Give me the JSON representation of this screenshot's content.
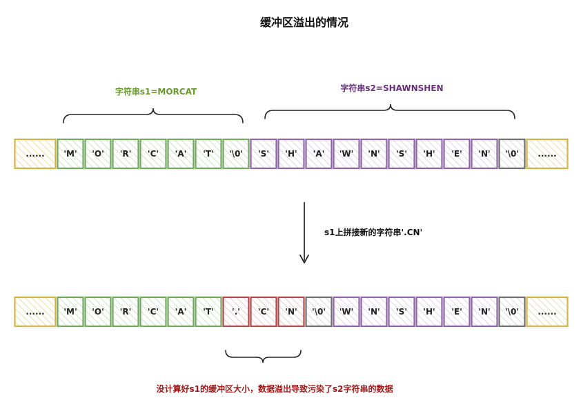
{
  "title": "缓冲区溢出的情况",
  "labels": {
    "s1": "字符串s1=MORCAT",
    "s2": "字符串s2=SHAWNSHEN",
    "action": "s1上拼接新的字符串'.CN'",
    "footer": "没计算好s1的缓冲区大小，数据溢出导致污染了s2字符串的数据"
  },
  "colors": {
    "yellow": "#d4b24a",
    "green": "#72a860",
    "purple": "#8d64a6",
    "gray": "#6f6f6f",
    "red": "#b04848",
    "s1_label": "#6a9a2e",
    "s2_label": "#6b2d80",
    "footer": "#a01818"
  },
  "row1": [
    {
      "text": "......",
      "color": "yellow",
      "wide": true
    },
    {
      "text": "'M'",
      "color": "green"
    },
    {
      "text": "'O'",
      "color": "green"
    },
    {
      "text": "'R'",
      "color": "green"
    },
    {
      "text": "'C'",
      "color": "green"
    },
    {
      "text": "'A'",
      "color": "green"
    },
    {
      "text": "'T'",
      "color": "green"
    },
    {
      "text": "'\\0'",
      "color": "green"
    },
    {
      "text": "'S'",
      "color": "purple"
    },
    {
      "text": "'H'",
      "color": "purple"
    },
    {
      "text": "'A'",
      "color": "purple"
    },
    {
      "text": "'W'",
      "color": "purple"
    },
    {
      "text": "'N'",
      "color": "purple"
    },
    {
      "text": "'S'",
      "color": "purple"
    },
    {
      "text": "'H'",
      "color": "purple"
    },
    {
      "text": "'E'",
      "color": "purple"
    },
    {
      "text": "'N'",
      "color": "purple"
    },
    {
      "text": "'\\0'",
      "color": "gray"
    },
    {
      "text": "......",
      "color": "yellow",
      "wide": true
    }
  ],
  "row2": [
    {
      "text": "......",
      "color": "yellow",
      "wide": true
    },
    {
      "text": "'M'",
      "color": "green"
    },
    {
      "text": "'O'",
      "color": "green"
    },
    {
      "text": "'R'",
      "color": "green"
    },
    {
      "text": "'C'",
      "color": "green"
    },
    {
      "text": "'A'",
      "color": "green"
    },
    {
      "text": "'T'",
      "color": "green"
    },
    {
      "text": "'.'",
      "color": "red"
    },
    {
      "text": "'C'",
      "color": "red"
    },
    {
      "text": "'N'",
      "color": "red"
    },
    {
      "text": "'\\0'",
      "color": "gray"
    },
    {
      "text": "'W'",
      "color": "purple"
    },
    {
      "text": "'N'",
      "color": "purple"
    },
    {
      "text": "'S'",
      "color": "purple"
    },
    {
      "text": "'H'",
      "color": "purple"
    },
    {
      "text": "'E'",
      "color": "purple"
    },
    {
      "text": "'N'",
      "color": "purple"
    },
    {
      "text": "'\\0'",
      "color": "gray"
    },
    {
      "text": "......",
      "color": "yellow",
      "wide": true
    }
  ]
}
